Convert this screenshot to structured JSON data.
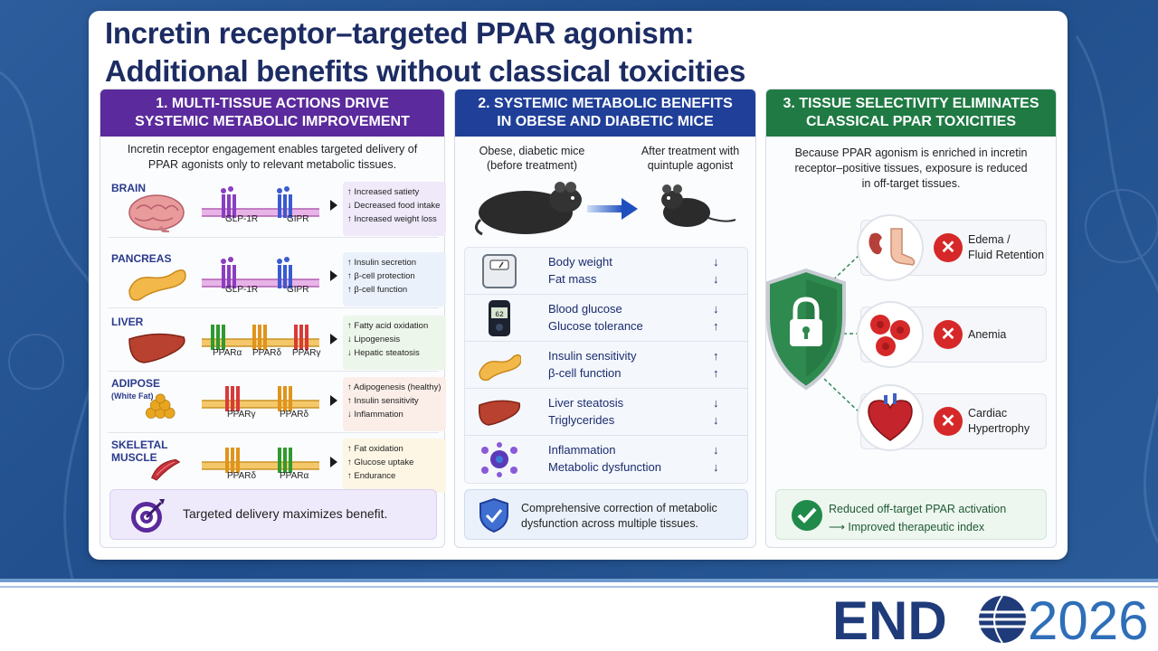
{
  "title": {
    "line1": "Incretin receptor–targeted PPAR agonism:",
    "line2": "Additional benefits without classical toxicities"
  },
  "panel1": {
    "heading1": "1. MULTI-TISSUE ACTIONS DRIVE",
    "heading2": "SYSTEMIC METABOLIC IMPROVEMENT",
    "intro1": "Incretin receptor engagement enables targeted delivery of",
    "intro2": "PPAR agonists only to relevant metabolic tissues.",
    "rows": [
      {
        "tissue": "BRAIN",
        "sub": "",
        "receptors": [
          "GLP-1R",
          "GIPR"
        ],
        "effects": [
          "↑ Increased satiety",
          "↓ Decreased food intake",
          "↑ Increased weight loss"
        ],
        "color": "#efe9fa"
      },
      {
        "tissue": "PANCREAS",
        "sub": "",
        "receptors": [
          "GLP-1R",
          "GIPR"
        ],
        "effects": [
          "↑ Insulin secretion",
          "↑ β-cell protection",
          "↑ β-cell function"
        ],
        "color": "#eaf1fb"
      },
      {
        "tissue": "LIVER",
        "sub": "",
        "receptors": [
          "PPARα",
          "PPARδ",
          "PPARγ"
        ],
        "effects": [
          "↑ Fatty acid oxidation",
          "↓ Lipogenesis",
          "↓ Hepatic steatosis"
        ],
        "color": "#edf6ea"
      },
      {
        "tissue": "ADIPOSE",
        "sub": "(White Fat)",
        "receptors": [
          "PPARγ",
          "PPARδ"
        ],
        "effects": [
          "↑ Adipogenesis (healthy)",
          "↑ Insulin sensitivity",
          "↓ Inflammation"
        ],
        "color": "#fbeee8"
      },
      {
        "tissue": "SKELETAL",
        "sub": "MUSCLE",
        "receptors": [
          "PPARδ",
          "PPARα"
        ],
        "effects": [
          "↑ Fat oxidation",
          "↑ Glucose uptake",
          "↑ Endurance"
        ],
        "color": "#fdf6e4"
      }
    ],
    "footer": "Targeted delivery maximizes benefit."
  },
  "panel2": {
    "heading1": "2. SYSTEMIC METABOLIC BENEFITS",
    "heading2": "IN OBESE AND DIABETIC MICE",
    "before1": "Obese, diabetic mice",
    "before2": "(before treatment)",
    "after1": "After treatment with",
    "after2": "quintuple agonist",
    "glucometer": "62",
    "benefits": [
      {
        "l1": "Body weight",
        "a1": "↓",
        "l2": "Fat mass",
        "a2": "↓",
        "icon": "scale-icon"
      },
      {
        "l1": "Blood glucose",
        "a1": "↓",
        "l2": "Glucose tolerance",
        "a2": "↑",
        "icon": "glucometer-icon"
      },
      {
        "l1": "Insulin sensitivity",
        "a1": "↑",
        "l2": "β-cell function",
        "a2": "↑",
        "icon": "pancreas-icon"
      },
      {
        "l1": "Liver steatosis",
        "a1": "↓",
        "l2": "Triglycerides",
        "a2": "↓",
        "icon": "liver-icon"
      },
      {
        "l1": "Inflammation",
        "a1": "↓",
        "l2": "Metabolic dysfunction",
        "a2": "↓",
        "icon": "immune-cell-icon"
      }
    ],
    "footer1": "Comprehensive correction of metabolic",
    "footer2": "dysfunction across multiple tissues."
  },
  "panel3": {
    "heading1": "3. TISSUE SELECTIVITY ELIMINATES",
    "heading2": "CLASSICAL PPAR TOXICITIES",
    "intro1": "Because PPAR agonism is enriched in incretin",
    "intro2": "receptor–positive tissues, exposure is reduced",
    "intro3": "in off-target tissues.",
    "toxicities": [
      {
        "l1": "Edema /",
        "l2": "Fluid Retention"
      },
      {
        "l1": "Anemia",
        "l2": ""
      },
      {
        "l1": "Cardiac",
        "l2": "Hypertrophy"
      }
    ],
    "footer1": "Reduced off-target PPAR activation",
    "footer2": "⟶ Improved therapeutic index"
  },
  "logo": {
    "part1": "END",
    "part2": "2026"
  },
  "colors": {
    "purple": "#5b2a9c",
    "blue": "#1f3f99",
    "green": "#1f7a43",
    "navy": "#1c2c63"
  }
}
